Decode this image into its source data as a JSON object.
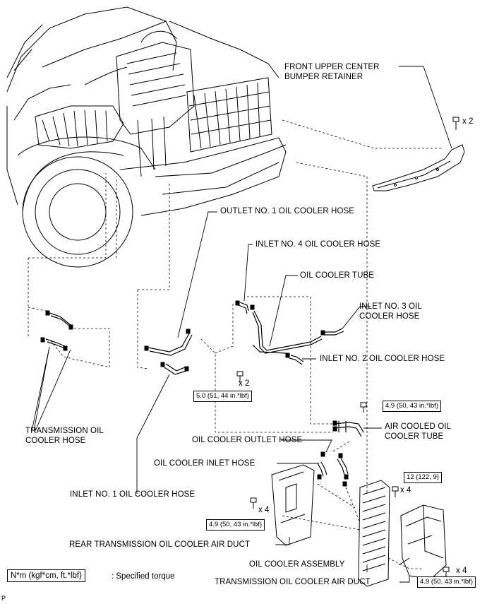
{
  "labels": {
    "front_upper_center_bumper_retainer": [
      "FRONT UPPER CENTER",
      "BUMPER RETAINER"
    ],
    "outlet_no1_oil_cooler_hose": "OUTLET NO. 1 OIL COOLER HOSE",
    "inlet_no4_oil_cooler_hose": "INLET NO. 4 OIL COOLER HOSE",
    "oil_cooler_tube": "OIL COOLER TUBE",
    "inlet_no3_oil_cooler_hose": [
      "INLET NO. 3 OIL",
      "COOLER HOSE"
    ],
    "inlet_no2_oil_cooler_hose": "INLET NO. 2 OIL COOLER HOSE",
    "air_cooled_oil_cooler_tube": [
      "AIR COOLED OIL",
      "COOLER TUBE"
    ],
    "oil_cooler_outlet_hose": "OIL COOLER OUTLET HOSE",
    "oil_cooler_inlet_hose": "OIL COOLER INLET HOSE",
    "transmission_oil_cooler_hose": [
      "TRANSMISSION OIL",
      "COOLER HOSE"
    ],
    "inlet_no1_oil_cooler_hose": "INLET NO. 1 OIL COOLER HOSE",
    "rear_transmission_oil_cooler_air_duct": "REAR TRANSMISSION OIL COOLER AIR DUCT",
    "oil_cooler_assembly": "OIL COOLER ASSEMBLY",
    "transmission_oil_cooler_air_duct": "TRANSMISSION OIL COOLER AIR DUCT"
  },
  "quantities": {
    "retainer_bolts": "x 2",
    "tube_bolts": "x 2",
    "rear_duct_bolts": "x 4",
    "cooler_bolts": "x 4",
    "front_duct_bolts": "x 4"
  },
  "torques": {
    "tube_bolt": "5.0 (51, 44 in.*lbf)",
    "air_cooled_tube_bolt": "4.9 (50, 43 in.*lbf)",
    "cooler_bolt": "12 (122, 9)",
    "rear_duct_bolt": "4.9 (50, 43 in.*lbf)",
    "front_duct_bolt": "4.9 (50, 43 in.*lbf)"
  },
  "legend": {
    "unit_box": "N*m (kgf*cm, ft.*lbf)",
    "description": ": Specified torque"
  },
  "corner_mark": "P"
}
